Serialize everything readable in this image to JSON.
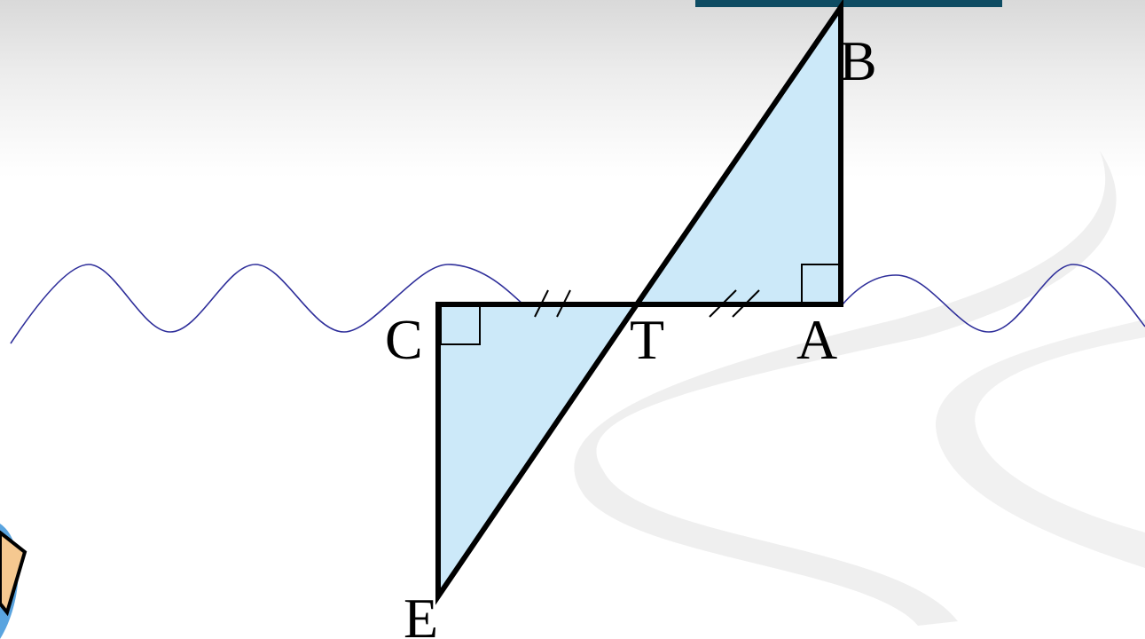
{
  "diagram": {
    "vertex_labels": {
      "B": "B",
      "C": "C",
      "T": "T",
      "A": "A",
      "E": "E"
    },
    "colors": {
      "triangle_fill": "#cce9f9",
      "outline": "#000000",
      "river": "#2e2e9a",
      "top_bar": "#0e4c63",
      "swirl": "#ececec",
      "figure_accent": "#f5c890",
      "figure_shadow": "#5aa4df"
    },
    "marks": {
      "right_angles": [
        "A",
        "C"
      ],
      "congruent_segments": [
        "CT",
        "TA"
      ]
    }
  }
}
